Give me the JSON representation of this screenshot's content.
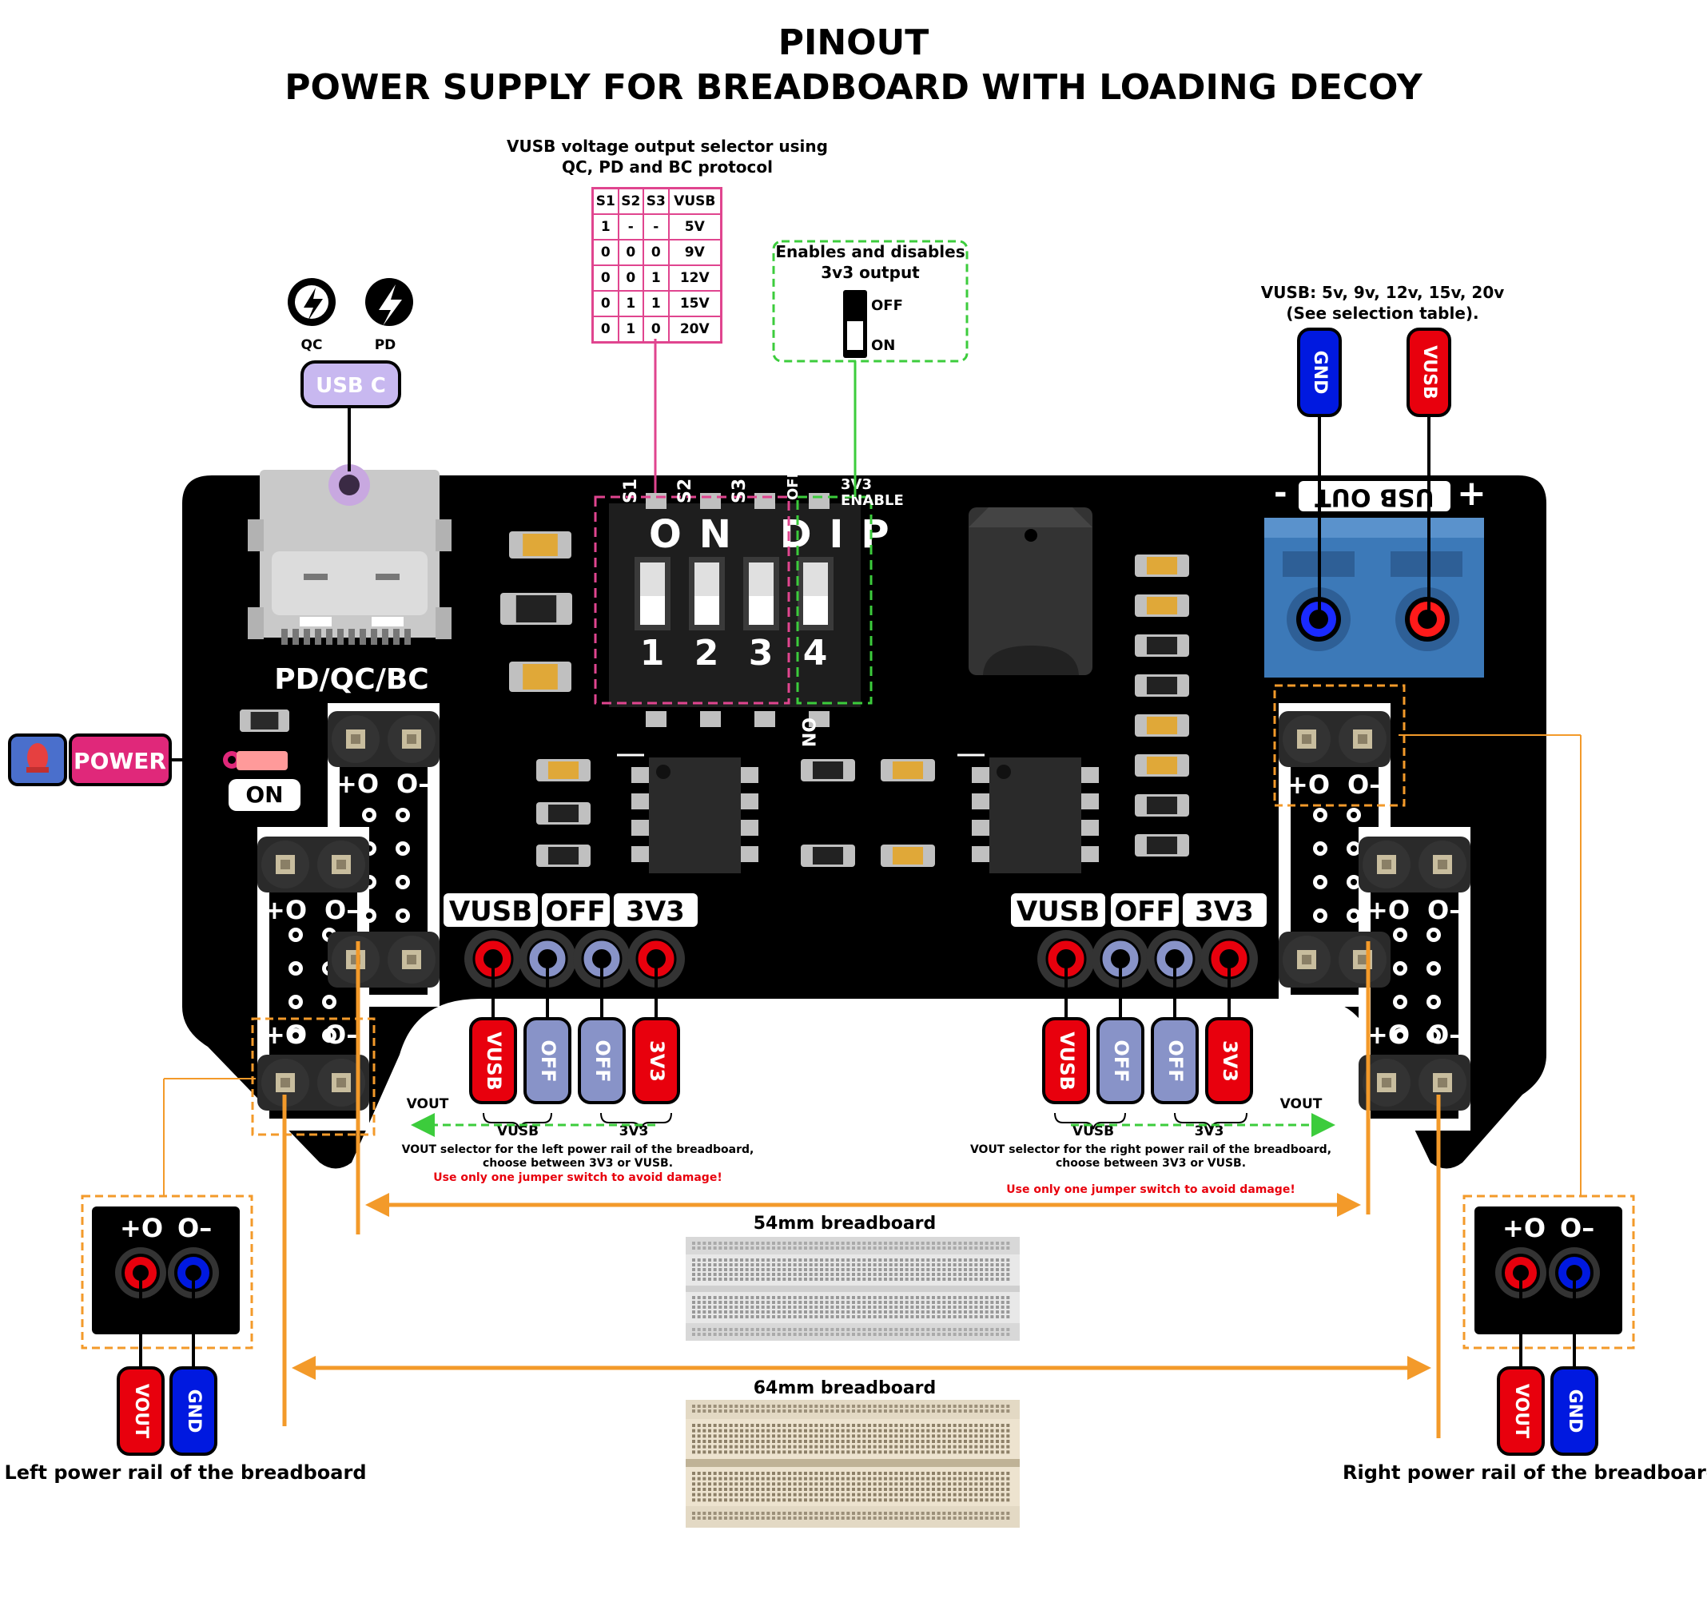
{
  "title": {
    "line1": "PINOUT",
    "line2": "POWER SUPPLY FOR BREADBOARD WITH LOADING DECOY"
  },
  "selector_table": {
    "caption_line1": "VUSB voltage output selector using",
    "caption_line2": "QC, PD and BC protocol",
    "headers": [
      "S1",
      "S2",
      "S3",
      "VUSB"
    ],
    "rows": [
      [
        "1",
        "-",
        "-",
        "5V"
      ],
      [
        "0",
        "0",
        "0",
        "9V"
      ],
      [
        "0",
        "0",
        "1",
        "12V"
      ],
      [
        "0",
        "1",
        "1",
        "15V"
      ],
      [
        "0",
        "1",
        "0",
        "20V"
      ]
    ]
  },
  "enable_box": {
    "line1": "Enables and disables",
    "line2": "3v3 output",
    "off": "OFF",
    "on": "ON"
  },
  "usb": {
    "qc": "QC",
    "pd": "PD",
    "tag": "USB C",
    "board_label": "PD/QC/BC"
  },
  "power_led": {
    "tag": "POWER",
    "state": "ON"
  },
  "vusb_note": {
    "line1": "VUSB: 5v, 9v, 12v, 15v, 20v",
    "line2": "(See selection table)."
  },
  "terminal": {
    "gnd": "GND",
    "vusb": "VUSB",
    "header_text": "USB OUT",
    "minus": "-",
    "plus": "+"
  },
  "dip": {
    "text": "ON DIP",
    "nums": [
      "1",
      "2",
      "3",
      "4"
    ],
    "top_labels": [
      "S1",
      "S2",
      "S3",
      "OFF",
      "3V3",
      "ENABLE"
    ],
    "on_side": "ON"
  },
  "jumper": {
    "vusb": "VUSB",
    "off": "OFF",
    "v3": "3V3"
  },
  "jumper_tags": [
    "VUSB",
    "OFF",
    "OFF",
    "3V3"
  ],
  "brace": {
    "vusb": "VUSB",
    "v3": "3V3"
  },
  "vout": "VOUT",
  "left_note": {
    "line1": "VOUT selector for the left power rail of the breadboard,",
    "line2": "choose between 3V3 or VUSB.",
    "warn": "Use only one jumper switch to avoid damage!"
  },
  "right_note": {
    "line1": "VOUT selector for the right power rail of the breadboard,",
    "line2": "choose between 3V3 or VUSB.",
    "warn": "Use only one jumper switch to avoid damage!"
  },
  "breadboards": {
    "b54": "54mm breadboard",
    "b64": "64mm breadboard"
  },
  "rails": {
    "vout": "VOUT",
    "gnd": "GND",
    "left": "Left power rail of the breadboard",
    "right": "Right power rail of the breadboard",
    "plus": "+O",
    "minus": "O–"
  },
  "colors": {
    "red": "#e8000d",
    "blue": "#0019e0",
    "pink": "#e0458f",
    "green": "#3ccc3c",
    "orange": "#f39a2a",
    "lavender": "#c8b8f0",
    "grey_blue": "#8893c8",
    "board": "#000000",
    "terminal": "#3c79b8"
  }
}
